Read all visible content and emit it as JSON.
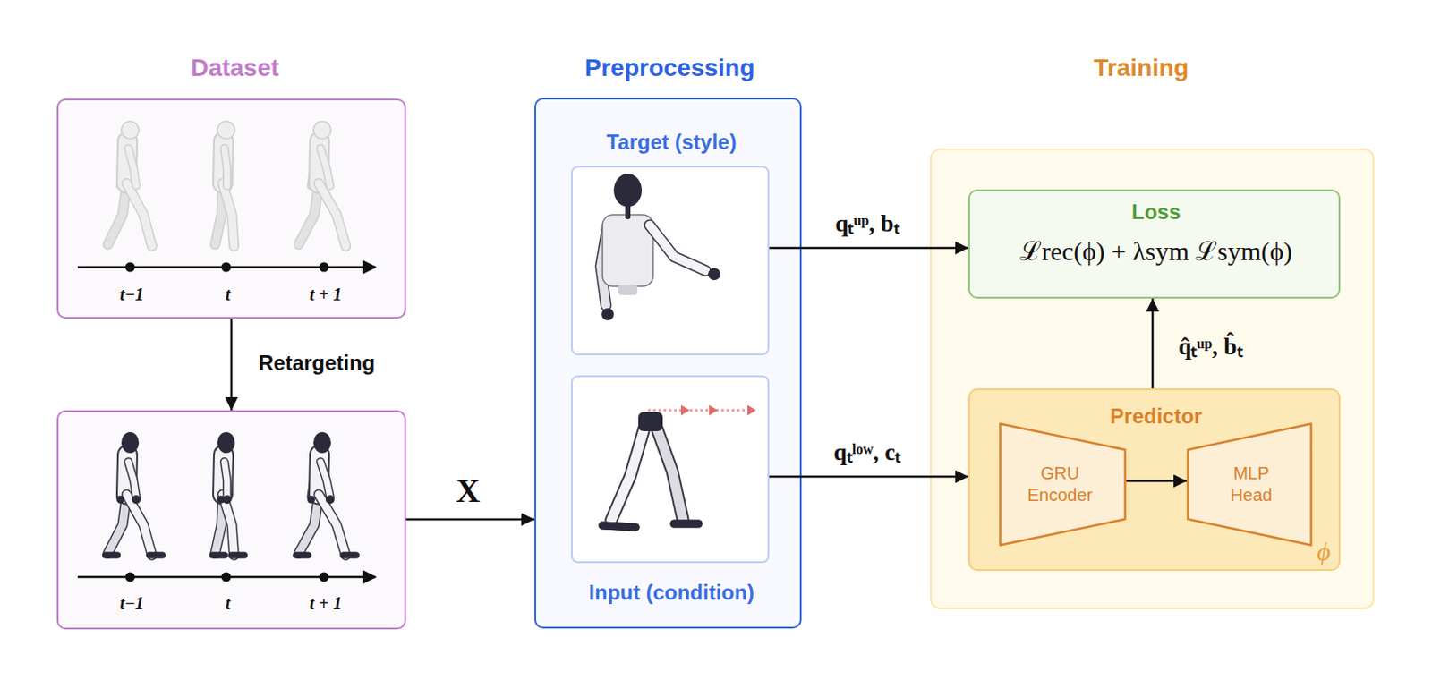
{
  "diagram": {
    "nodes": [
      {
        "text": [
          "Dataset",
          "t−1",
          "t",
          "t + 1"
        ]
      },
      {
        "text": [
          "t−1",
          "t",
          "t + 1"
        ]
      },
      {
        "text": [
          "Preprocessing"
        ]
      },
      {
        "text": [
          "Target (style)"
        ],
        "in": 2
      },
      {
        "text": [
          "Input (condition)"
        ],
        "in": 2
      },
      {
        "text": [
          "Training"
        ]
      },
      {
        "text": [
          "Loss",
          "ℒrec(ϕ) + λsym ℒsym(ϕ)"
        ],
        "in": 5
      },
      {
        "text": [
          "Predictor",
          "ϕ"
        ],
        "in": 5
      },
      {
        "text": [
          "GRU Encoder"
        ],
        "in": 7
      },
      {
        "text": [
          "MLP Head"
        ],
        "in": 7
      }
    ],
    "edges": [
      {
        "from": 0,
        "to": 1,
        "label": "Retargeting",
        "arrow": "to"
      },
      {
        "from": 1,
        "to": 2,
        "label": "X",
        "arrow": "to"
      },
      {
        "from": 3,
        "to": 6,
        "label": "qₜᵘᵖ, bₜ",
        "arrow": "to"
      },
      {
        "from": 4,
        "to": 7,
        "label": "qₜˡᵒʷ, cₜ",
        "arrow": "to"
      },
      {
        "from": 8,
        "to": 9,
        "arrow": "to"
      },
      {
        "from": 7,
        "to": 6,
        "label": "q̂ₜᵘᵖ, b̂ₜ",
        "arrow": "to"
      }
    ]
  }
}
